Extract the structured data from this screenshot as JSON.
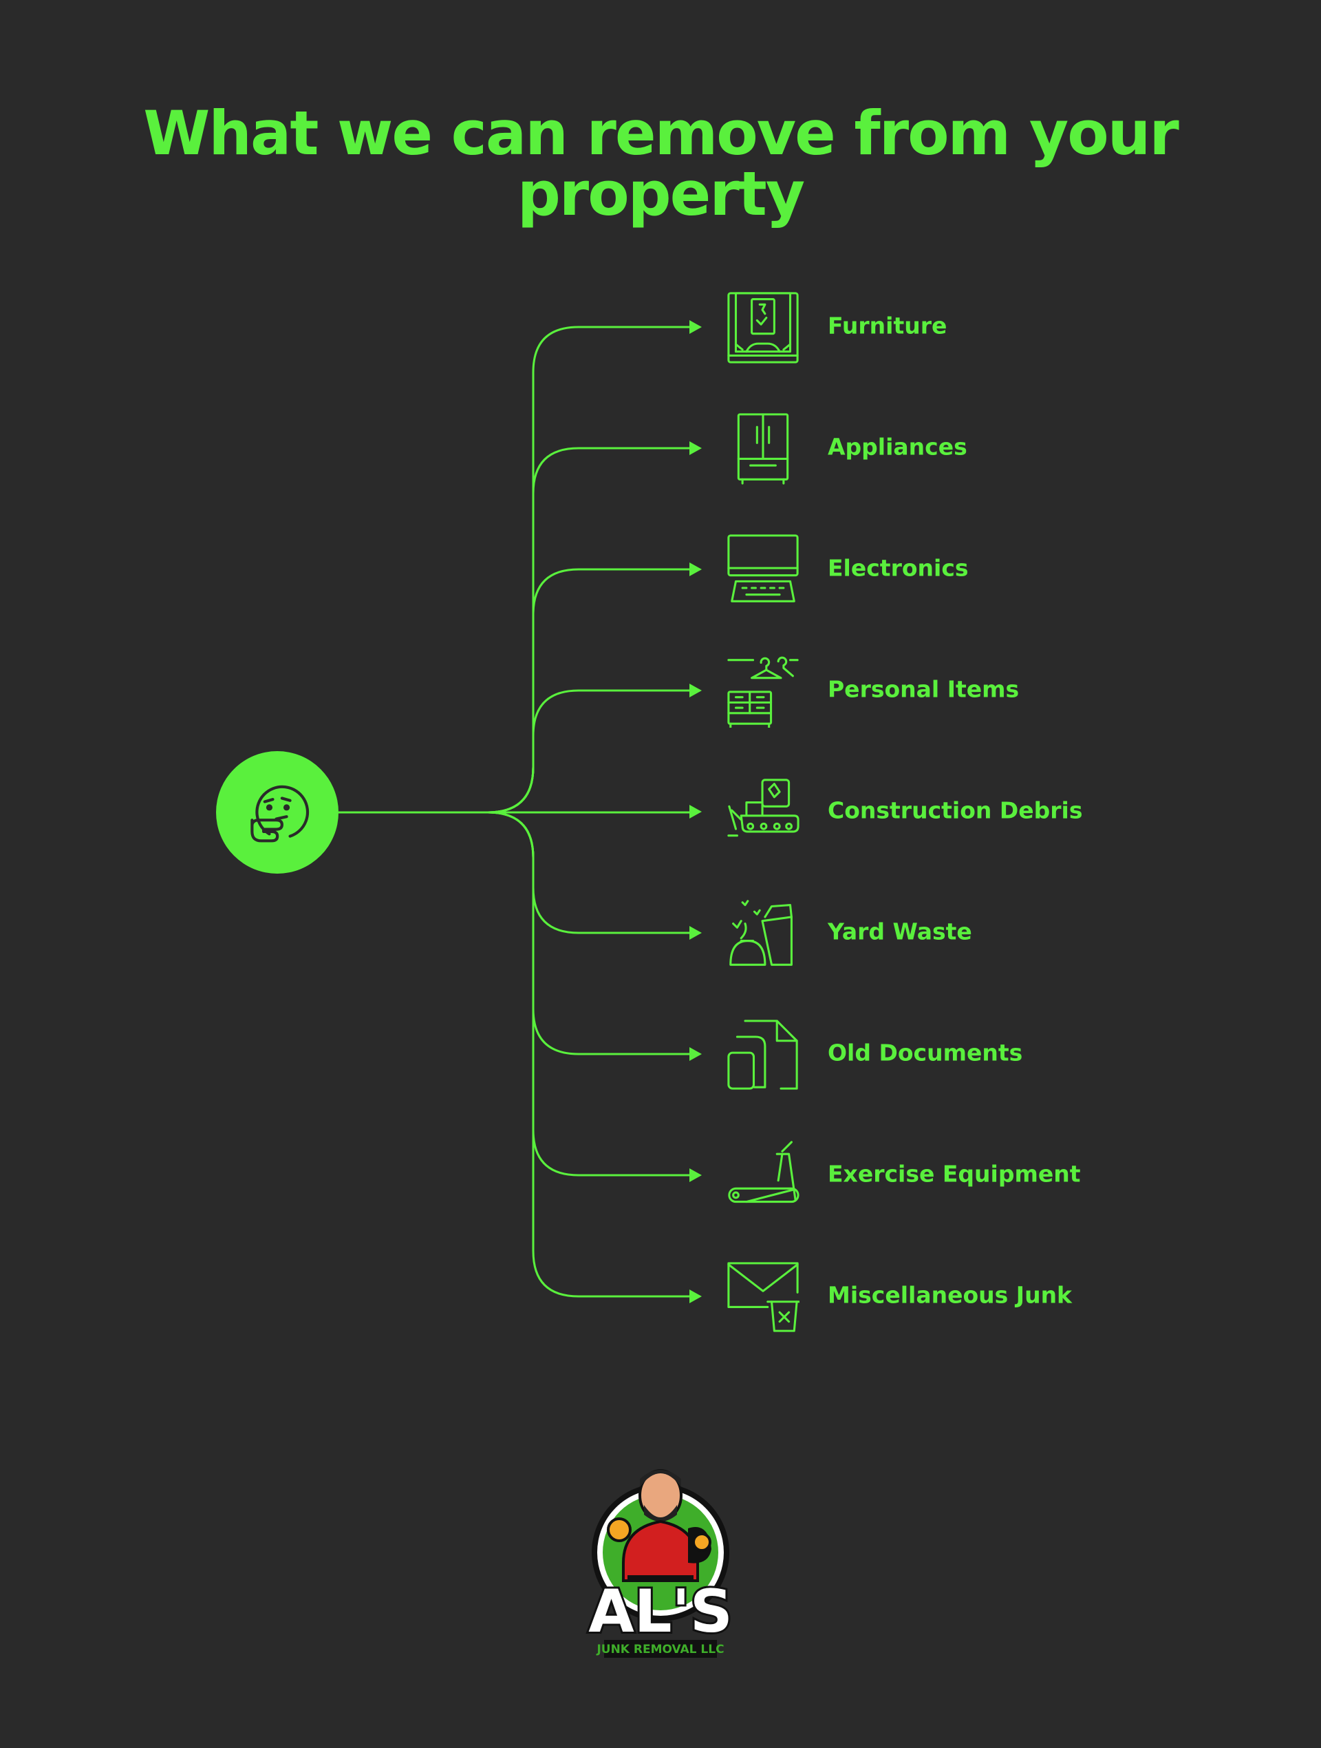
{
  "title": "What we can remove from your property",
  "colors": {
    "accent": "#5af03d",
    "background": "#2a2a2a"
  },
  "hub": {
    "icon": "thinking-face-icon"
  },
  "items": [
    {
      "label": "Furniture",
      "icon": "wardrobe-icon"
    },
    {
      "label": "Appliances",
      "icon": "refrigerator-icon"
    },
    {
      "label": "Electronics",
      "icon": "computer-keyboard-icon"
    },
    {
      "label": "Personal Items",
      "icon": "hangers-dresser-icon"
    },
    {
      "label": "Construction Debris",
      "icon": "bulldozer-icon"
    },
    {
      "label": "Yard Waste",
      "icon": "yard-bag-bin-icon"
    },
    {
      "label": "Old Documents",
      "icon": "documents-icon"
    },
    {
      "label": "Exercise Equipment",
      "icon": "treadmill-icon"
    },
    {
      "label": "Miscellaneous Junk",
      "icon": "mail-trash-icon"
    }
  ],
  "logo": {
    "name": "AL'S",
    "tagline": "JUNK REMOVAL LLC"
  }
}
